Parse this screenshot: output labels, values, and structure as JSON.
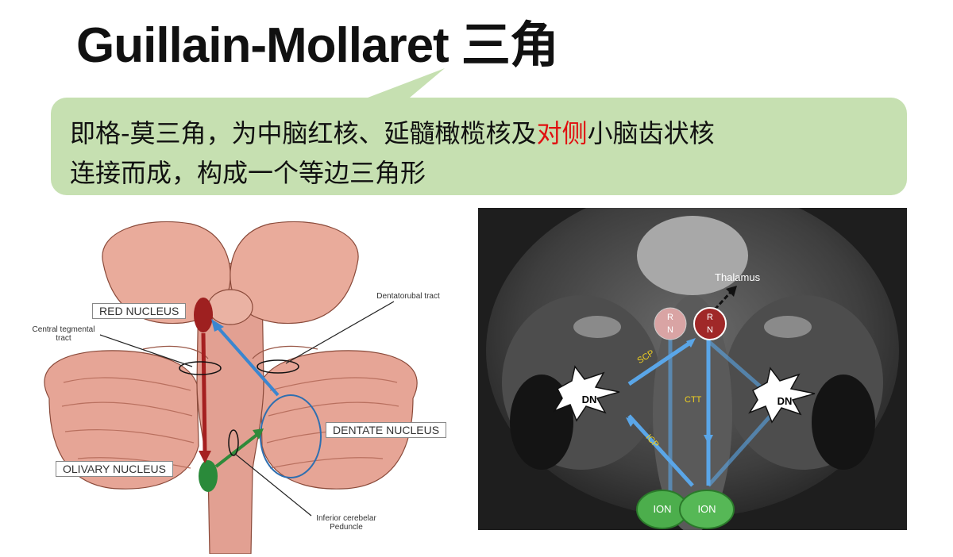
{
  "title": "Guillain-Mollaret 三角",
  "callout": {
    "line1_pre": "即格-莫三角，为中脑红核、延髓橄榄核及",
    "line1_highlight": "对侧",
    "line1_post": "小脑齿状核",
    "line2": "连接而成，构成一个等边三角形",
    "background": "#c6e0b1",
    "highlight_color": "#e01010"
  },
  "diagram": {
    "red_nucleus": "RED NUCLEUS",
    "dentate_nucleus": "DENTATE NUCLEUS",
    "olivary_nucleus": "OLIVARY NUCLEUS",
    "central_tegmental_tract": "Central tegmental tract",
    "dentatorubal_tract": "Dentatorubal tract",
    "inferior_cerebelar_peduncle": "Inferior cerebelar Peduncle"
  },
  "mri": {
    "thalamus": "Thalamus",
    "rn_left": "R N",
    "rn_right": "R N",
    "scp": "SCP",
    "icp": "ICP",
    "ctt": "CTT",
    "dn_left": "DN",
    "dn_right": "DN",
    "ion_left": "ION",
    "ion_right": "ION"
  }
}
